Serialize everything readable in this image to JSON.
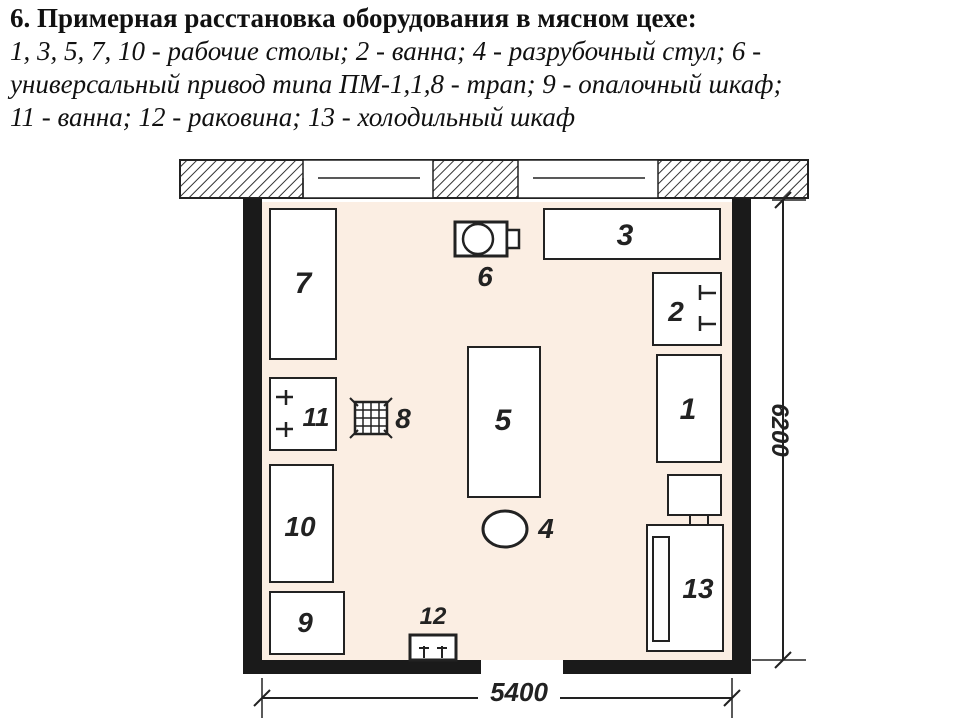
{
  "heading": {
    "title": "6. Примерная расстановка оборудования в мясном цехе:",
    "lines": [
      "1, 3, 5, 7, 10 - рабочие столы; 2 - ванна; 4 - разрубочный стул; 6 -",
      "универсальный привод типа ПМ-1,1,8 - трап; 9 - опалочный шкаф;",
      "11 - ванна; 12 - раковина; 13 - холодильный шкаф"
    ]
  },
  "plan": {
    "labels": {
      "n1": "1",
      "n2": "2",
      "n3": "3",
      "n4": "4",
      "n5": "5",
      "n6": "6",
      "n7": "7",
      "n8": "8",
      "n9": "9",
      "n10": "10",
      "n11": "11",
      "n12": "12",
      "n13": "13"
    },
    "dimensions": {
      "width": "5400",
      "height": "6200"
    },
    "colors": {
      "floor": "#fbeee3",
      "wall": "#1a1a1a",
      "equipment_fill": "#ffffff",
      "line": "#222222"
    }
  }
}
